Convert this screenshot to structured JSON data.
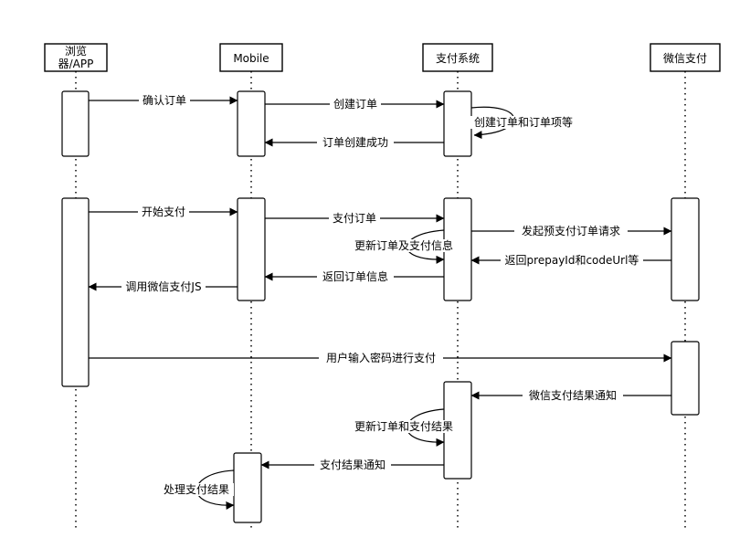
{
  "participants": [
    {
      "id": "browser",
      "label_line1": "浏览",
      "label_line2": "器/APP"
    },
    {
      "id": "mobile",
      "label": "Mobile"
    },
    {
      "id": "pay",
      "label": "支付系统"
    },
    {
      "id": "wechat",
      "label": "微信支付"
    }
  ],
  "messages": [
    {
      "id": "m1",
      "from": "browser",
      "to": "mobile",
      "label": "确认订单"
    },
    {
      "id": "m2",
      "from": "mobile",
      "to": "pay",
      "label": "创建订单"
    },
    {
      "id": "m3",
      "from": "pay",
      "to": "pay",
      "label": "创建订单和订单项等",
      "self": true
    },
    {
      "id": "m4",
      "from": "pay",
      "to": "mobile",
      "label": "订单创建成功"
    },
    {
      "id": "m5",
      "from": "browser",
      "to": "mobile",
      "label": "开始支付"
    },
    {
      "id": "m6",
      "from": "mobile",
      "to": "pay",
      "label": "支付订单"
    },
    {
      "id": "m7",
      "from": "pay",
      "to": "wechat",
      "label": "发起预支付订单请求"
    },
    {
      "id": "m8",
      "from": "pay",
      "to": "pay",
      "label": "更新订单及支付信息",
      "self": true
    },
    {
      "id": "m9",
      "from": "wechat",
      "to": "pay",
      "label": "返回prepayId和codeUrl等"
    },
    {
      "id": "m10",
      "from": "pay",
      "to": "mobile",
      "label": "返回订单信息"
    },
    {
      "id": "m11",
      "from": "mobile",
      "to": "browser",
      "label": "调用微信支付JS"
    },
    {
      "id": "m12",
      "from": "browser",
      "to": "wechat",
      "label": "用户输入密码进行支付"
    },
    {
      "id": "m13",
      "from": "wechat",
      "to": "pay",
      "label": "微信支付结果通知"
    },
    {
      "id": "m14",
      "from": "pay",
      "to": "pay",
      "label": "更新订单和支付结果",
      "self": true
    },
    {
      "id": "m15",
      "from": "pay",
      "to": "mobile",
      "label": "支付结果通知"
    },
    {
      "id": "m16",
      "from": "mobile",
      "to": "mobile",
      "label": "处理支付结果",
      "self": true
    }
  ]
}
